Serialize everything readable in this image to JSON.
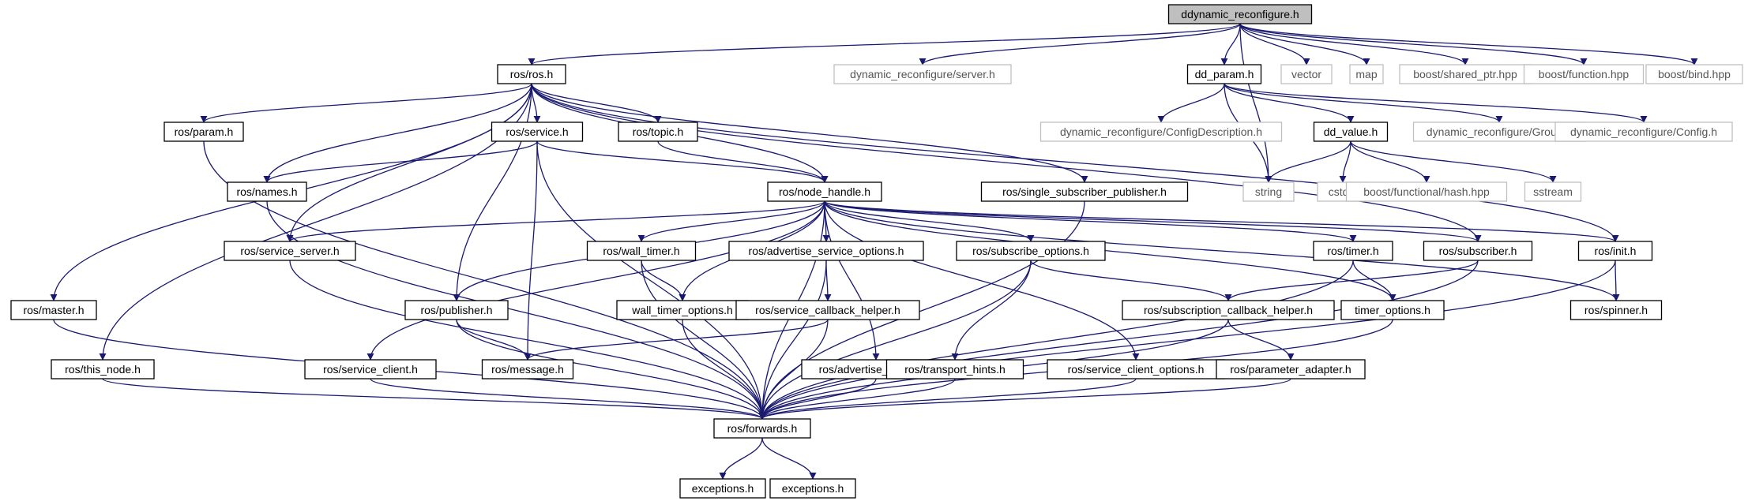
{
  "nodes": [
    {
      "id": "root",
      "label": "ddynamic_reconfigure.h",
      "kind": "root"
    },
    {
      "id": "ros_h",
      "label": "ros/ros.h",
      "kind": "doc"
    },
    {
      "id": "dynsrv",
      "label": "dynamic_reconfigure/server.h",
      "kind": "ext"
    },
    {
      "id": "dd_param",
      "label": "dd_param.h",
      "kind": "doc"
    },
    {
      "id": "vector",
      "label": "vector",
      "kind": "ext"
    },
    {
      "id": "map",
      "label": "map",
      "kind": "ext"
    },
    {
      "id": "sharedptr",
      "label": "boost/shared_ptr.hpp",
      "kind": "ext"
    },
    {
      "id": "function",
      "label": "boost/function.hpp",
      "kind": "ext"
    },
    {
      "id": "bind",
      "label": "boost/bind.hpp",
      "kind": "ext"
    },
    {
      "id": "ros_param",
      "label": "ros/param.h",
      "kind": "doc"
    },
    {
      "id": "ros_service",
      "label": "ros/service.h",
      "kind": "doc"
    },
    {
      "id": "ros_topic",
      "label": "ros/topic.h",
      "kind": "doc"
    },
    {
      "id": "configdesc",
      "label": "dynamic_reconfigure/ConfigDescription.h",
      "kind": "ext"
    },
    {
      "id": "dd_value",
      "label": "dd_value.h",
      "kind": "doc"
    },
    {
      "id": "group",
      "label": "dynamic_reconfigure/Group.h",
      "kind": "ext"
    },
    {
      "id": "config",
      "label": "dynamic_reconfigure/Config.h",
      "kind": "ext"
    },
    {
      "id": "ros_names",
      "label": "ros/names.h",
      "kind": "doc"
    },
    {
      "id": "node_handle",
      "label": "ros/node_handle.h",
      "kind": "doc"
    },
    {
      "id": "single_sub_pub",
      "label": "ros/single_subscriber_publisher.h",
      "kind": "doc"
    },
    {
      "id": "string",
      "label": "string",
      "kind": "ext"
    },
    {
      "id": "cstdio",
      "label": "cstdio",
      "kind": "ext"
    },
    {
      "id": "hash",
      "label": "boost/functional/hash.hpp",
      "kind": "ext"
    },
    {
      "id": "sstream",
      "label": "sstream",
      "kind": "ext"
    },
    {
      "id": "service_server",
      "label": "ros/service_server.h",
      "kind": "doc"
    },
    {
      "id": "wall_timer",
      "label": "ros/wall_timer.h",
      "kind": "doc"
    },
    {
      "id": "adv_srv_opts",
      "label": "ros/advertise_service_options.h",
      "kind": "doc"
    },
    {
      "id": "sub_opts",
      "label": "ros/subscribe_options.h",
      "kind": "doc"
    },
    {
      "id": "ros_timer",
      "label": "ros/timer.h",
      "kind": "doc"
    },
    {
      "id": "ros_subscriber",
      "label": "ros/subscriber.h",
      "kind": "doc"
    },
    {
      "id": "ros_init",
      "label": "ros/init.h",
      "kind": "doc"
    },
    {
      "id": "ros_master",
      "label": "ros/master.h",
      "kind": "doc"
    },
    {
      "id": "ros_publisher",
      "label": "ros/publisher.h",
      "kind": "doc"
    },
    {
      "id": "wall_timer_opts",
      "label": "wall_timer_options.h",
      "kind": "doc"
    },
    {
      "id": "srv_cb_helper",
      "label": "ros/service_callback_helper.h",
      "kind": "doc"
    },
    {
      "id": "sub_cb_helper",
      "label": "ros/subscription_callback_helper.h",
      "kind": "doc"
    },
    {
      "id": "timer_opts",
      "label": "timer_options.h",
      "kind": "doc"
    },
    {
      "id": "ros_spinner",
      "label": "ros/spinner.h",
      "kind": "doc"
    },
    {
      "id": "this_node",
      "label": "ros/this_node.h",
      "kind": "doc"
    },
    {
      "id": "service_client",
      "label": "ros/service_client.h",
      "kind": "doc"
    },
    {
      "id": "ros_message",
      "label": "ros/message.h",
      "kind": "doc"
    },
    {
      "id": "adv_opts",
      "label": "ros/advertise_options.h",
      "kind": "doc"
    },
    {
      "id": "transport_hints",
      "label": "ros/transport_hints.h",
      "kind": "doc"
    },
    {
      "id": "srv_client_opts",
      "label": "ros/service_client_options.h",
      "kind": "doc"
    },
    {
      "id": "param_adapter",
      "label": "ros/parameter_adapter.h",
      "kind": "doc"
    },
    {
      "id": "forwards",
      "label": "ros/forwards.h",
      "kind": "doc"
    },
    {
      "id": "exceptions1",
      "label": "exceptions.h",
      "kind": "doc"
    },
    {
      "id": "exceptions2",
      "label": "exceptions.h",
      "kind": "doc"
    }
  ],
  "edges": [
    [
      "root",
      "ros_h"
    ],
    [
      "root",
      "dynsrv"
    ],
    [
      "root",
      "dd_param"
    ],
    [
      "root",
      "vector"
    ],
    [
      "root",
      "map"
    ],
    [
      "root",
      "sharedptr"
    ],
    [
      "root",
      "function"
    ],
    [
      "root",
      "bind"
    ],
    [
      "root",
      "string"
    ],
    [
      "ros_h",
      "ros_master"
    ],
    [
      "ros_h",
      "this_node"
    ],
    [
      "ros_h",
      "ros_param"
    ],
    [
      "ros_h",
      "ros_names"
    ],
    [
      "ros_h",
      "service_server"
    ],
    [
      "ros_h",
      "ros_publisher"
    ],
    [
      "ros_h",
      "ros_service"
    ],
    [
      "ros_h",
      "ros_topic"
    ],
    [
      "ros_h",
      "node_handle"
    ],
    [
      "ros_h",
      "single_sub_pub"
    ],
    [
      "ros_h",
      "ros_init"
    ],
    [
      "ros_h",
      "ros_subscriber"
    ],
    [
      "dd_param",
      "configdesc"
    ],
    [
      "dd_param",
      "string"
    ],
    [
      "dd_param",
      "dd_value"
    ],
    [
      "dd_param",
      "group"
    ],
    [
      "dd_param",
      "config"
    ],
    [
      "dd_value",
      "string"
    ],
    [
      "dd_value",
      "cstdio"
    ],
    [
      "dd_value",
      "hash"
    ],
    [
      "dd_value",
      "sstream"
    ],
    [
      "ros_param",
      "forwards"
    ],
    [
      "ros_service",
      "ros_names"
    ],
    [
      "ros_service",
      "node_handle"
    ],
    [
      "ros_service",
      "ros_message"
    ],
    [
      "ros_service",
      "forwards"
    ],
    [
      "ros_topic",
      "node_handle"
    ],
    [
      "ros_names",
      "forwards"
    ],
    [
      "single_sub_pub",
      "forwards"
    ],
    [
      "node_handle",
      "service_server"
    ],
    [
      "node_handle",
      "ros_publisher"
    ],
    [
      "node_handle",
      "service_client"
    ],
    [
      "node_handle",
      "wall_timer"
    ],
    [
      "node_handle",
      "wall_timer_opts"
    ],
    [
      "node_handle",
      "adv_srv_opts"
    ],
    [
      "node_handle",
      "adv_opts"
    ],
    [
      "node_handle",
      "sub_opts"
    ],
    [
      "node_handle",
      "srv_client_opts"
    ],
    [
      "node_handle",
      "ros_timer"
    ],
    [
      "node_handle",
      "timer_opts"
    ],
    [
      "node_handle",
      "ros_subscriber"
    ],
    [
      "node_handle",
      "ros_init"
    ],
    [
      "node_handle",
      "ros_spinner"
    ],
    [
      "node_handle",
      "forwards"
    ],
    [
      "service_server",
      "forwards"
    ],
    [
      "wall_timer",
      "wall_timer_opts"
    ],
    [
      "wall_timer",
      "forwards"
    ],
    [
      "adv_srv_opts",
      "srv_cb_helper"
    ],
    [
      "adv_srv_opts",
      "forwards"
    ],
    [
      "sub_opts",
      "transport_hints"
    ],
    [
      "sub_opts",
      "sub_cb_helper"
    ],
    [
      "sub_opts",
      "forwards"
    ],
    [
      "ros_timer",
      "timer_opts"
    ],
    [
      "ros_timer",
      "forwards"
    ],
    [
      "ros_subscriber",
      "sub_cb_helper"
    ],
    [
      "ros_subscriber",
      "forwards"
    ],
    [
      "ros_init",
      "ros_spinner"
    ],
    [
      "ros_init",
      "forwards"
    ],
    [
      "ros_master",
      "forwards"
    ],
    [
      "ros_publisher",
      "ros_message"
    ],
    [
      "ros_publisher",
      "forwards"
    ],
    [
      "wall_timer_opts",
      "forwards"
    ],
    [
      "srv_cb_helper",
      "ros_message"
    ],
    [
      "srv_cb_helper",
      "forwards"
    ],
    [
      "sub_cb_helper",
      "param_adapter"
    ],
    [
      "sub_cb_helper",
      "forwards"
    ],
    [
      "timer_opts",
      "forwards"
    ],
    [
      "this_node",
      "forwards"
    ],
    [
      "service_client",
      "forwards"
    ],
    [
      "adv_opts",
      "forwards"
    ],
    [
      "transport_hints",
      "forwards"
    ],
    [
      "srv_client_opts",
      "forwards"
    ],
    [
      "param_adapter",
      "forwards"
    ],
    [
      "forwards",
      "exceptions1"
    ],
    [
      "forwards",
      "exceptions2"
    ]
  ],
  "colors": {
    "edge": "#191970",
    "node_border": "#000000",
    "ext_border": "#bfbfbf",
    "root_fill": "#bfbfbf",
    "ext_text": "#555555"
  }
}
